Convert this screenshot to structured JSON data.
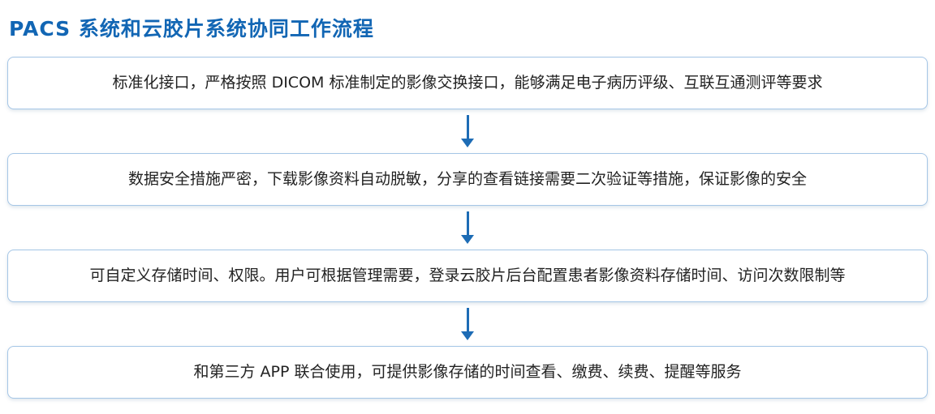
{
  "title": "PACS 系统和云胶片系统协同工作流程",
  "colors": {
    "title": "#1266b4",
    "box_border": "#a5c6e6",
    "arrow": "#1d6cb5",
    "text": "#222222"
  },
  "steps": [
    {
      "text": "标准化接口，严格按照 DICOM 标准制定的影像交换接口，能够满足电子病历评级、互联互通测评等要求"
    },
    {
      "text": "数据安全措施严密，下载影像资料自动脱敏，分享的查看链接需要二次验证等措施，保证影像的安全"
    },
    {
      "text": "可自定义存储时间、权限。用户可根据管理需要，登录云胶片后台配置患者影像资料存储时间、访问次数限制等"
    },
    {
      "text": "和第三方 APP 联合使用，可提供影像存储的时间查看、缴费、续费、提醒等服务"
    }
  ]
}
